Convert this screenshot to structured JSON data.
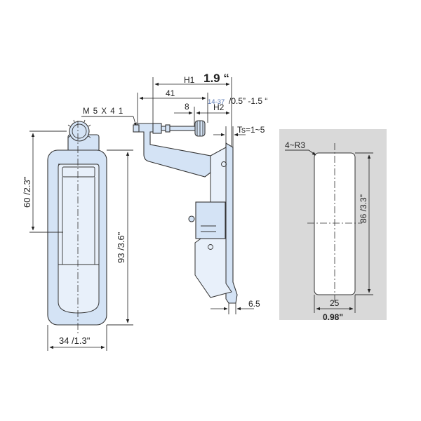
{
  "colors": {
    "part_fill": "#d4e3f5",
    "cutout_panel": "#d9d9d9",
    "cutout_hole": "#ffffff",
    "line": "#222222",
    "h2_label_blue": "#5a78b4"
  },
  "front_view": {
    "height_60": "60 /2.3\"",
    "height_93": "93 /3.6\"",
    "width_34": "34 /1.3\""
  },
  "side_view": {
    "thread": "M 5 X 4 1",
    "h1_label": "H1",
    "h1_value": "1.9 “",
    "dim_41": "41",
    "dim_8": "8",
    "h2_small": "14-37",
    "h2_inch": "/0.5” -1.5 “",
    "h2_label": "H2",
    "ts_label": "Ts=1~5",
    "dim_6_5": "6.5"
  },
  "cutout_view": {
    "radius_label": "4~R3",
    "height_86": "86 /3.3\"",
    "width_25": "25",
    "width_inch": "0.98\""
  }
}
